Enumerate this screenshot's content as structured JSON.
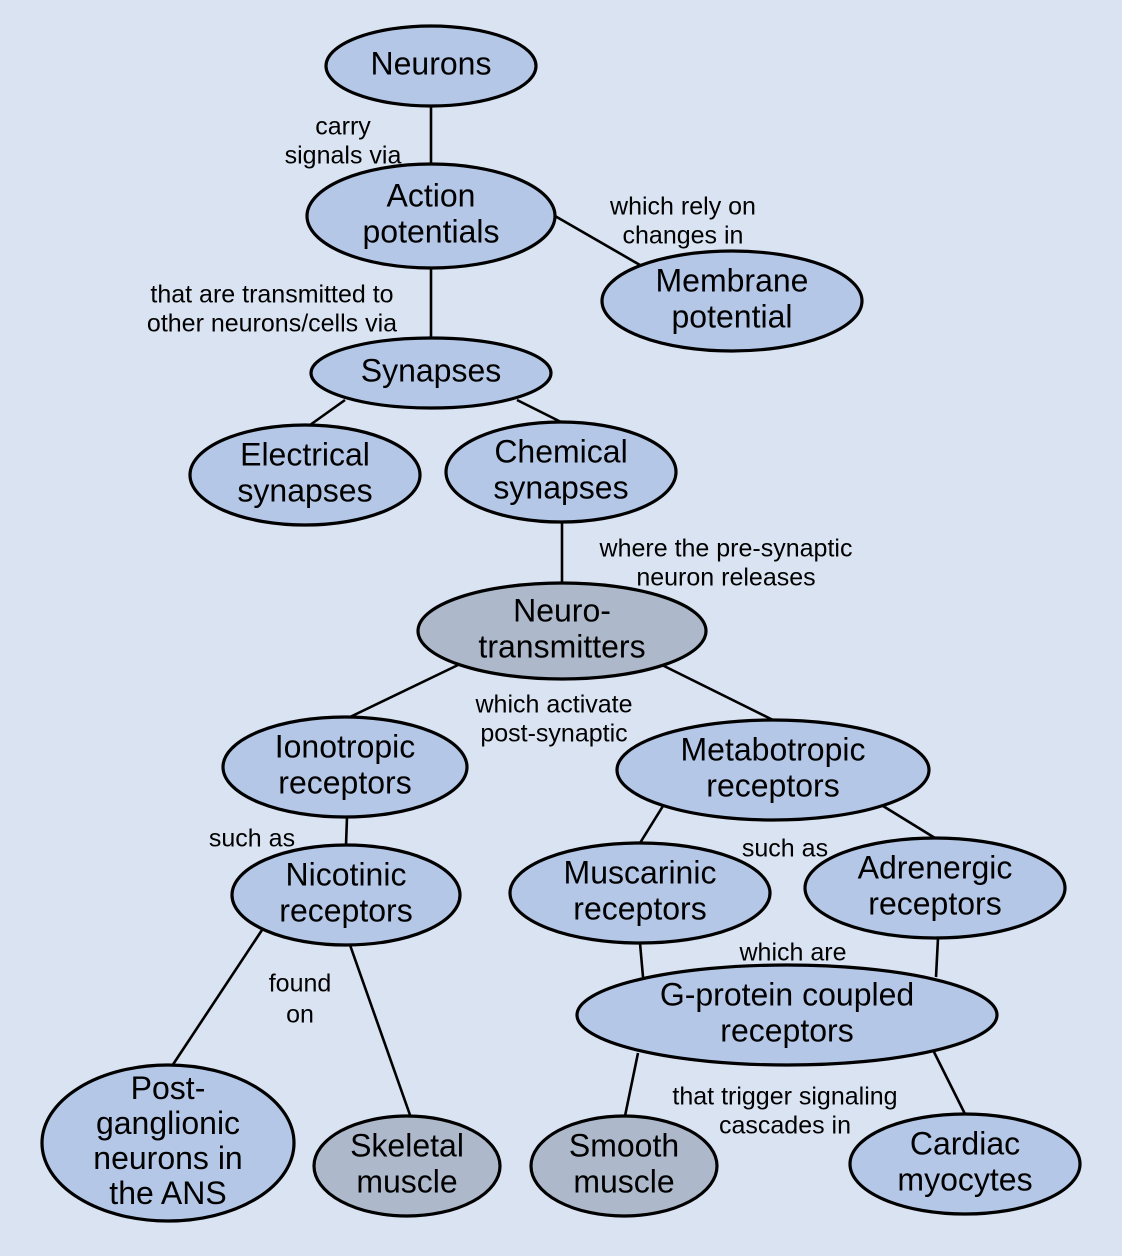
{
  "colors": {
    "background": "#dae3f1",
    "node_default": "#b4c7e7",
    "node_highlight": "#adb9ca",
    "stroke": "#000000"
  },
  "nodes": {
    "neurons": {
      "lines": [
        "Neurons"
      ],
      "style": "default"
    },
    "action_potentials": {
      "lines": [
        "Action",
        "potentials"
      ],
      "style": "default"
    },
    "membrane_potential": {
      "lines": [
        "Membrane",
        "potential"
      ],
      "style": "default"
    },
    "synapses": {
      "lines": [
        "Synapses"
      ],
      "style": "default"
    },
    "electrical_synapses": {
      "lines": [
        "Electrical",
        "synapses"
      ],
      "style": "default"
    },
    "chemical_synapses": {
      "lines": [
        "Chemical",
        "synapses"
      ],
      "style": "default"
    },
    "neurotransmitters": {
      "lines": [
        "Neuro-",
        "transmitters"
      ],
      "style": "highlight"
    },
    "ionotropic_receptors": {
      "lines": [
        "Ionotropic",
        "receptors"
      ],
      "style": "default"
    },
    "metabotropic_receptors": {
      "lines": [
        "Metabotropic",
        "receptors"
      ],
      "style": "default"
    },
    "nicotinic_receptors": {
      "lines": [
        "Nicotinic",
        "receptors"
      ],
      "style": "default"
    },
    "muscarinic_receptors": {
      "lines": [
        "Muscarinic",
        "receptors"
      ],
      "style": "default"
    },
    "adrenergic_receptors": {
      "lines": [
        "Adrenergic",
        "receptors"
      ],
      "style": "default"
    },
    "gpcr": {
      "lines": [
        "G-protein coupled",
        "receptors"
      ],
      "style": "default"
    },
    "postganglionic_neurons": {
      "lines": [
        "Post-",
        "ganglionic",
        "neurons in",
        "the ANS"
      ],
      "style": "default"
    },
    "skeletal_muscle": {
      "lines": [
        "Skeletal",
        "muscle"
      ],
      "style": "highlight"
    },
    "smooth_muscle": {
      "lines": [
        "Smooth",
        "muscle"
      ],
      "style": "highlight"
    },
    "cardiac_myocytes": {
      "lines": [
        "Cardiac",
        "myocytes"
      ],
      "style": "default"
    }
  },
  "edges": [
    {
      "from": "neurons",
      "to": "action_potentials",
      "label": "carry signals via"
    },
    {
      "from": "action_potentials",
      "to": "membrane_potential",
      "label": "which rely on changes in"
    },
    {
      "from": "action_potentials",
      "to": "synapses",
      "label": "that are transmitted to other neurons/cells via"
    },
    {
      "from": "synapses",
      "to": "electrical_synapses",
      "label": ""
    },
    {
      "from": "synapses",
      "to": "chemical_synapses",
      "label": ""
    },
    {
      "from": "chemical_synapses",
      "to": "neurotransmitters",
      "label": "where the pre-synaptic neuron releases"
    },
    {
      "from": "neurotransmitters",
      "to": "ionotropic_receptors",
      "label": "which activate post-synaptic"
    },
    {
      "from": "neurotransmitters",
      "to": "metabotropic_receptors",
      "label": "which activate post-synaptic"
    },
    {
      "from": "ionotropic_receptors",
      "to": "nicotinic_receptors",
      "label": "such as"
    },
    {
      "from": "metabotropic_receptors",
      "to": "muscarinic_receptors",
      "label": "such as"
    },
    {
      "from": "metabotropic_receptors",
      "to": "adrenergic_receptors",
      "label": "such as"
    },
    {
      "from": "muscarinic_receptors",
      "to": "gpcr",
      "label": "which are"
    },
    {
      "from": "adrenergic_receptors",
      "to": "gpcr",
      "label": "which are"
    },
    {
      "from": "nicotinic_receptors",
      "to": "postganglionic_neurons",
      "label": "found on"
    },
    {
      "from": "nicotinic_receptors",
      "to": "skeletal_muscle",
      "label": "found on"
    },
    {
      "from": "gpcr",
      "to": "smooth_muscle",
      "label": "that trigger signaling cascades in"
    },
    {
      "from": "gpcr",
      "to": "cardiac_myocytes",
      "label": "that trigger signaling cascades in"
    }
  ],
  "edge_labels": [
    {
      "id": "carry",
      "lines": [
        "carry",
        "signals via"
      ]
    },
    {
      "id": "rely",
      "lines": [
        "which rely on",
        "changes in"
      ]
    },
    {
      "id": "transmitted",
      "lines": [
        "that are transmitted to",
        "other neurons/cells via"
      ]
    },
    {
      "id": "releases",
      "lines": [
        "where the pre-synaptic",
        "neuron releases"
      ]
    },
    {
      "id": "activate",
      "lines": [
        "which activate",
        "post-synaptic"
      ]
    },
    {
      "id": "such_as_1",
      "lines": [
        "such as"
      ]
    },
    {
      "id": "such_as_2",
      "lines": [
        "such as"
      ]
    },
    {
      "id": "which_are",
      "lines": [
        "which are"
      ]
    },
    {
      "id": "found_on",
      "lines": [
        "found",
        "on"
      ]
    },
    {
      "id": "trigger",
      "lines": [
        "that trigger signaling",
        "cascades in"
      ]
    }
  ]
}
